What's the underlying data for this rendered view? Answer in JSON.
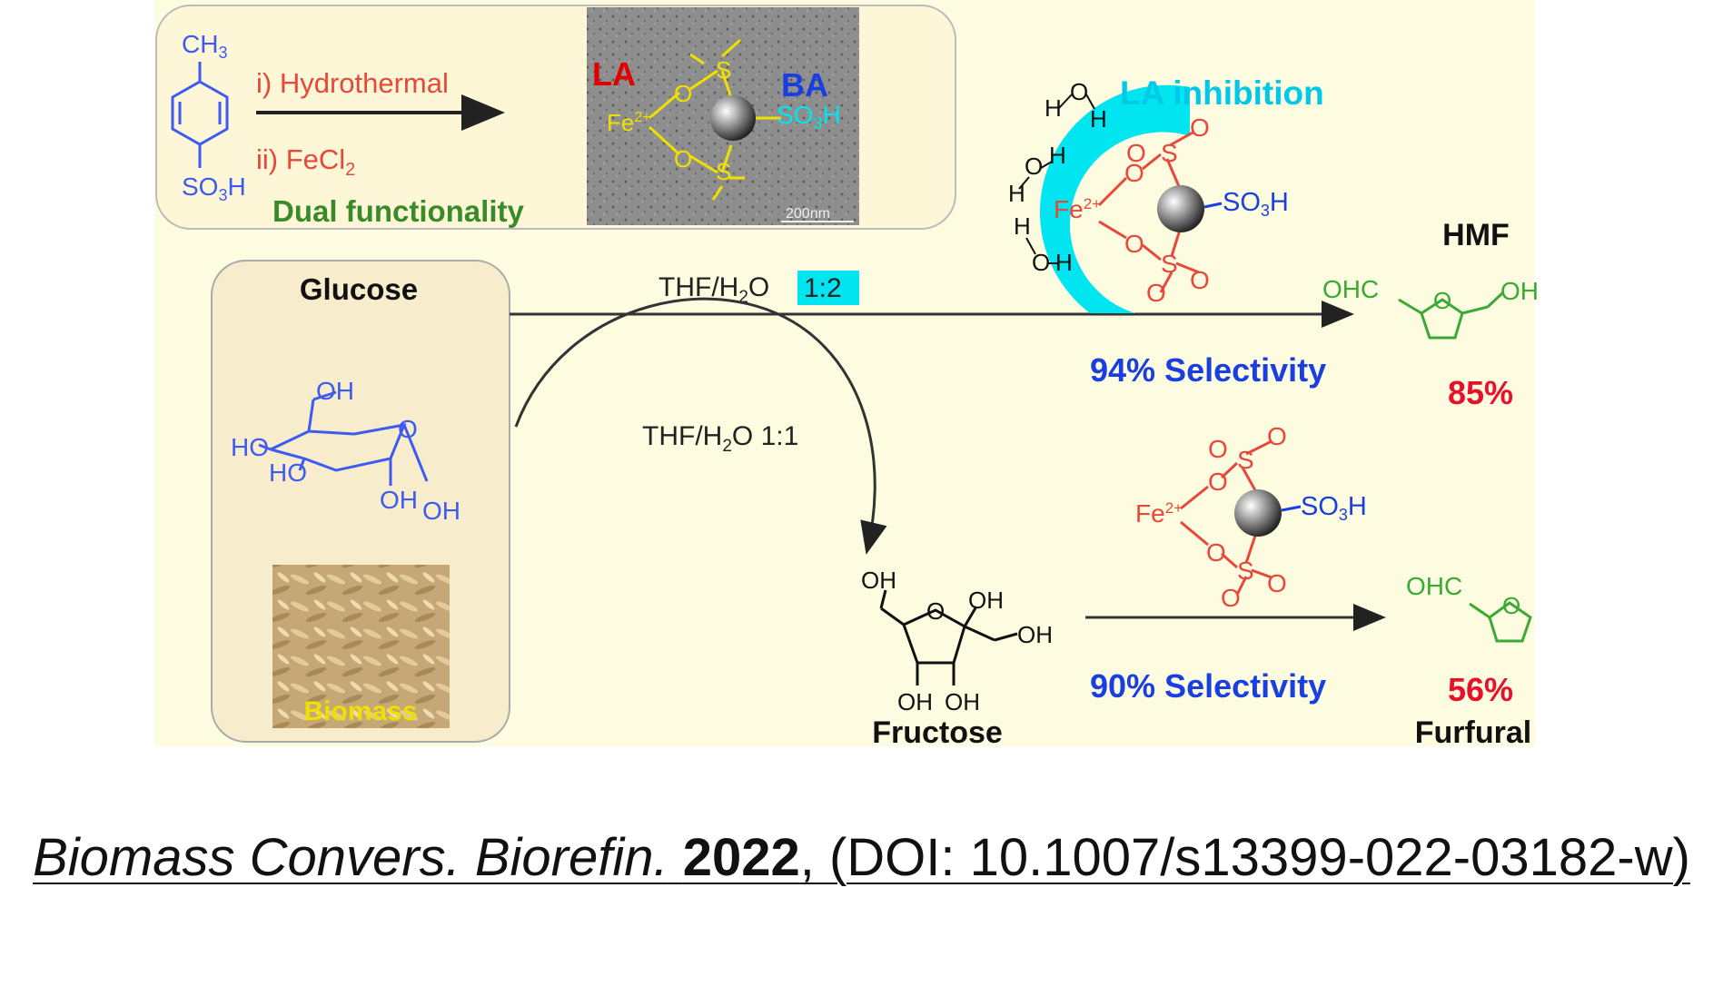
{
  "synthesis": {
    "ch3": "CH",
    "ch3_sub": "3",
    "so3h": "SO",
    "so3h_sub": "3",
    "so3h_end": "H",
    "step1": "i) Hydrothermal",
    "step2": "ii) FeCl",
    "step2_sub": "2",
    "dual": "Dual functionality",
    "la": "LA",
    "ba": "BA",
    "fe": "Fe",
    "fe_sup": "2+",
    "scale": "200nm"
  },
  "glucose_panel": {
    "title": "Glucose",
    "biomass": "Biomass"
  },
  "route1": {
    "solvent": "THF/H",
    "solvent_sub": "2",
    "solvent_end": "O",
    "ratio": "1:2",
    "inhibition": "LA inhibition",
    "selectivity": "94% Selectivity",
    "product": "HMF",
    "yield": "85%"
  },
  "route2": {
    "solvent": "THF/H",
    "solvent_sub": "2",
    "solvent_end": "O 1:1",
    "intermediate": "Fructose",
    "selectivity": "90% Selectivity",
    "product": "Furfural",
    "yield": "56%"
  },
  "chem_labels": {
    "oh": "OH",
    "ho": "HO",
    "ohc": "OHC",
    "o": "O",
    "s": "S",
    "h": "H"
  },
  "citation": {
    "journal": "Biomass Convers. Biorefin.",
    "year": "2022",
    "rest": ", (DOI: 10.1007/s13399-022-03182-w)"
  },
  "colors": {
    "bg": "#fdfbe0",
    "box": "#f7eccb",
    "blue": "#3d5bf0",
    "red": "#e8483a",
    "green": "#3aaa35",
    "yellow": "#f0e000",
    "cyan": "#00e5ef",
    "selectivity_blue": "#1a3fe0",
    "yield_red": "#e8102a"
  }
}
